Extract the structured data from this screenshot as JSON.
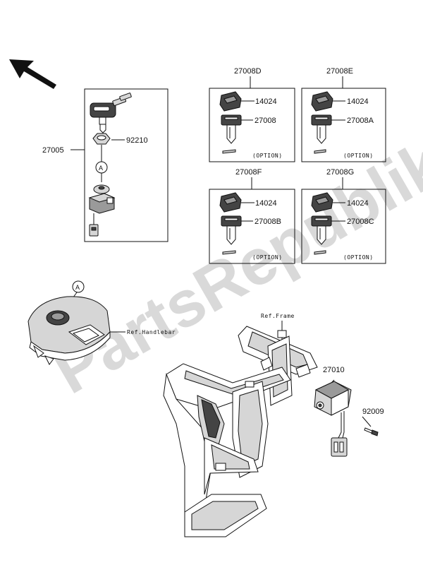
{
  "watermark": "PartsRepublik",
  "labels": {
    "ignition_switch": "27005",
    "nut": "92210",
    "ref_a_1": "A",
    "ref_a_2": "A",
    "kit_d": "27008D",
    "kit_e": "27008E",
    "kit_f": "27008F",
    "kit_g": "27008G",
    "d_cap": "14024",
    "d_key": "27008",
    "e_cap": "14024",
    "e_key": "27008A",
    "f_cap": "14024",
    "f_key": "27008B",
    "g_cap": "14024",
    "g_key": "27008C",
    "option_d": "(OPTION)",
    "option_e": "(OPTION)",
    "option_f": "(OPTION)",
    "option_g": "(OPTION)",
    "ref_handlebar": "Ref.Handlebar",
    "ref_frame": "Ref.Frame",
    "relay": "27010",
    "bolt": "92009"
  }
}
